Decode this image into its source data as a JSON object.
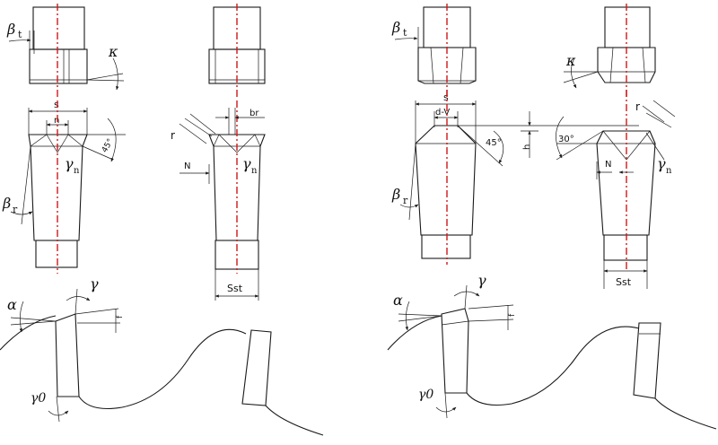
{
  "colors": {
    "line": "#1a1a1a",
    "axis": "#d01818",
    "centerline": "#5a7fc0",
    "background": "#ffffff"
  },
  "left_panel": {
    "beta_t": "β",
    "beta_t_sub": "t",
    "kappa": "κ",
    "s": "s",
    "n_small": "n",
    "angle_45": "45°",
    "gamma_n": "γ",
    "gamma_n_sub": "n",
    "beta_r": "β",
    "beta_r_sub": "r",
    "r": "r",
    "br": "br",
    "n_big": "N",
    "gamma_n2": "γ",
    "gamma_n2_sub": "n",
    "sst": "Sst",
    "alpha": "α",
    "gamma": "γ",
    "f": "f",
    "gamma0": "γ0"
  },
  "right_panel": {
    "beta_t": "β",
    "beta_t_sub": "t",
    "kappa": "κ",
    "s": "s",
    "d_v": "d-V",
    "angle_45": "45°",
    "h": "h",
    "angle_30": "30°",
    "r": "r",
    "n_big": "N",
    "gamma_n": "γ",
    "gamma_n_sub": "n",
    "beta_r": "β",
    "beta_r_sub": "r",
    "sst": "Sst",
    "alpha": "α",
    "gamma": "γ",
    "f": "f",
    "gamma0": "γ0"
  }
}
